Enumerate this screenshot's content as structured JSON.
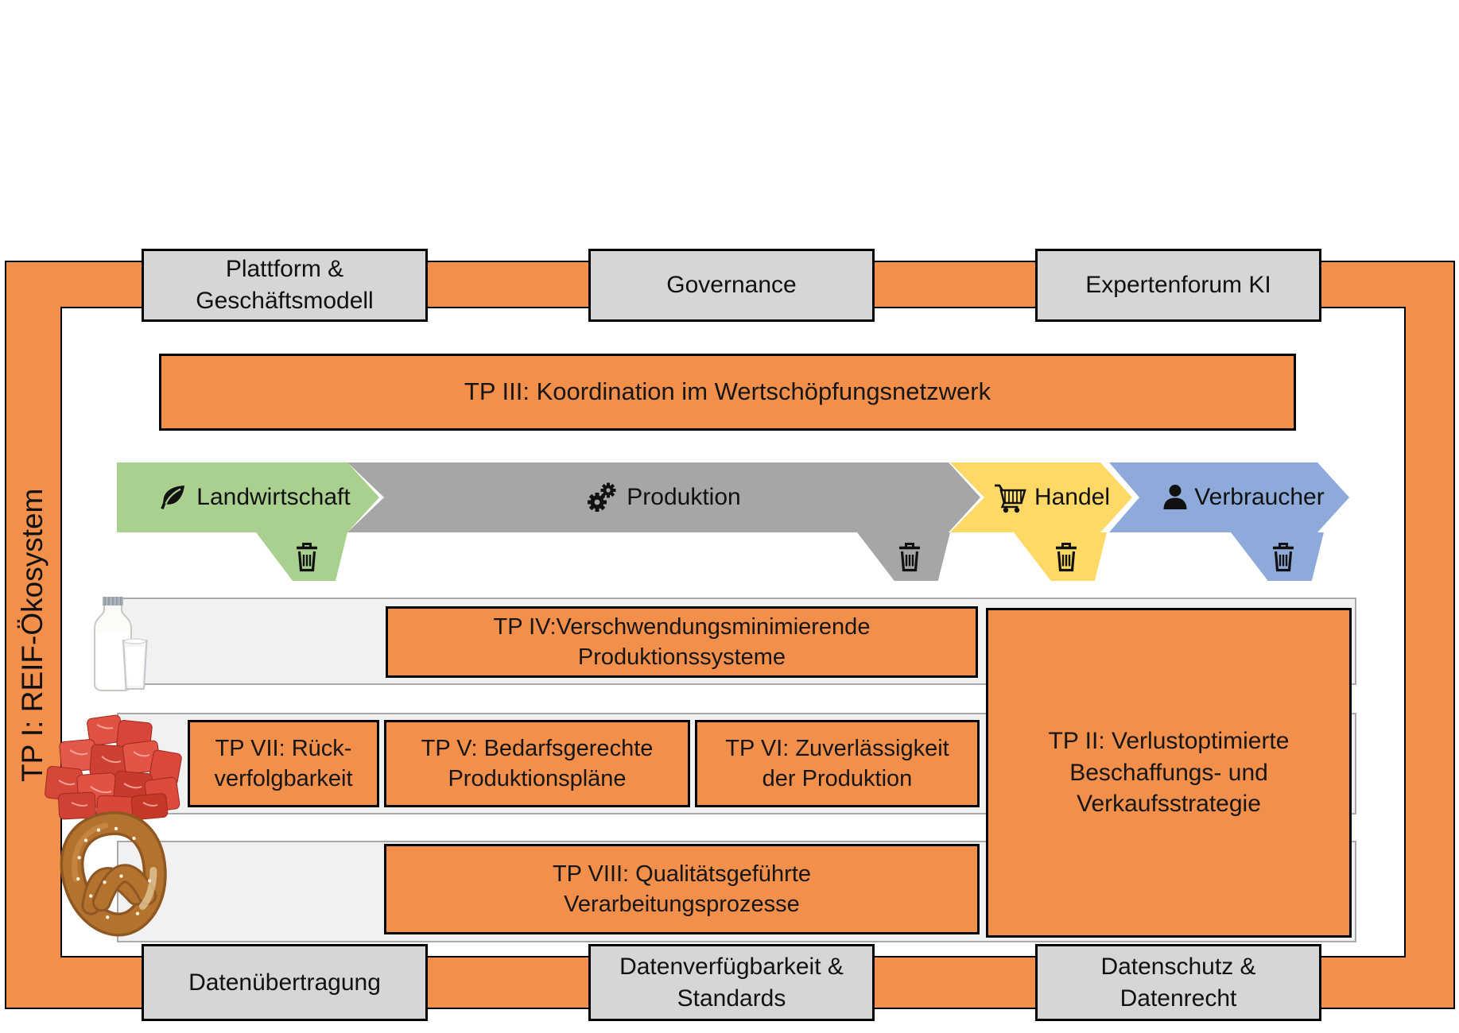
{
  "frame": {
    "label": "TP I: REIF-Ökosystem"
  },
  "colors": {
    "frame_orange": "#F28F4A",
    "tp_orange": "#F28F4A",
    "box_gray": "#D6D6D6",
    "row_bg": "#F1F1F1"
  },
  "top_boxes": [
    {
      "label": "Plattform &\nGeschäftsmodell"
    },
    {
      "label": "Governance"
    },
    {
      "label": "Expertenforum KI"
    }
  ],
  "tp_boxes": {
    "tp3": {
      "label": "TP III: Koordination im Wertschöpfungsnetzwerk"
    },
    "tp4": {
      "label": "TP IV:Verschwendungsminimierende\nProduktionssysteme"
    },
    "tp7": {
      "label": "TP VII: Rück-\nverfolgbarkeit"
    },
    "tp5": {
      "label": "TP V: Bedarfsgerechte\nProduktionspläne"
    },
    "tp6": {
      "label": "TP VI: Zuverlässigkeit\nder Produktion"
    },
    "tp8": {
      "label": "TP VIII: Qualitätsgeführte\nVerarbeitungsprozesse"
    },
    "tp2": {
      "label": "TP II: Verlustoptimierte\nBeschaffungs- und\nVerkaufsstrategie"
    }
  },
  "chain": [
    {
      "label": "Landwirtschaft",
      "color": "#A9D08E",
      "icon": "leaf-icon"
    },
    {
      "label": "Produktion",
      "color": "#A6A6A6",
      "icon": "gears-icon"
    },
    {
      "label": "Handel",
      "color": "#FFD966",
      "icon": "cart-icon"
    },
    {
      "label": "Verbraucher",
      "color": "#8EAADB",
      "icon": "person-icon"
    }
  ],
  "delete_icon": "trash-icon",
  "bottom_boxes": [
    {
      "label": "Datenübertragung"
    },
    {
      "label": "Datenverfügbarkeit &\nStandards"
    },
    {
      "label": "Datenschutz &\nDatenrecht"
    }
  ]
}
